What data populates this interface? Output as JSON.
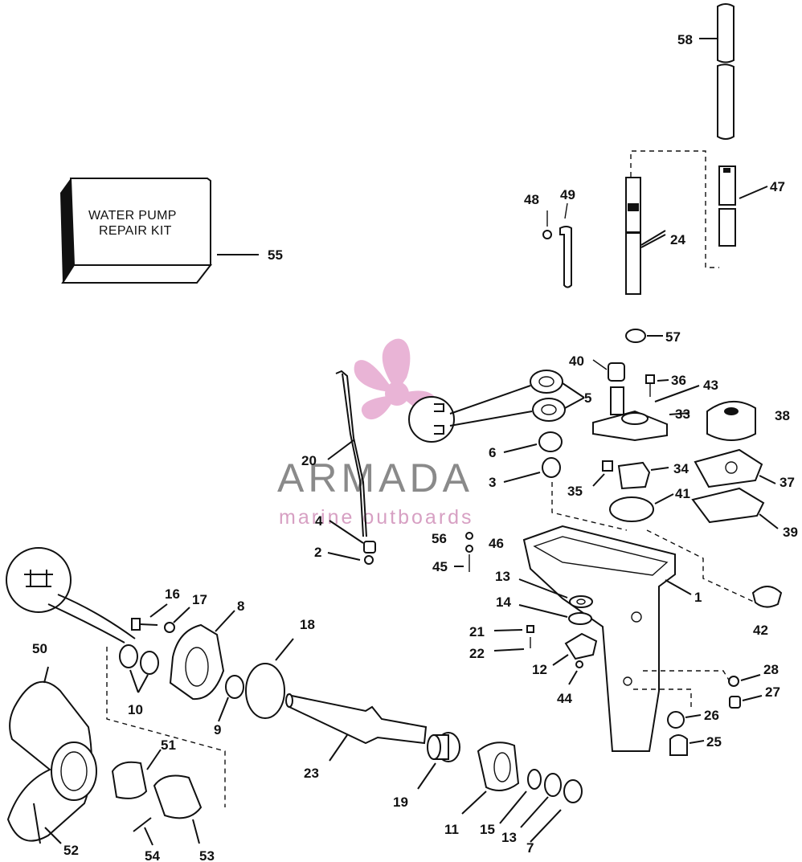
{
  "kit_box": {
    "line1": "WATER PUMP",
    "line2": "REPAIR KIT"
  },
  "watermark": {
    "brand": "ARMADA",
    "tagline": "marine outboards",
    "logo_color": "#e6a8cf"
  },
  "labels": {
    "n1": "1",
    "n2": "2",
    "n3": "3",
    "n4": "4",
    "n5": "5",
    "n6": "6",
    "n7": "7",
    "n8": "8",
    "n9": "9",
    "n10": "10",
    "n11": "11",
    "n12": "12",
    "n13a": "13",
    "n13b": "13",
    "n14": "14",
    "n15": "15",
    "n16": "16",
    "n17": "17",
    "n18": "18",
    "n19": "19",
    "n20": "20",
    "n21": "21",
    "n22": "22",
    "n23": "23",
    "n24": "24",
    "n25": "25",
    "n26": "26",
    "n27": "27",
    "n28": "28",
    "n33": "33",
    "n34": "34",
    "n35": "35",
    "n36": "36",
    "n37": "37",
    "n38": "38",
    "n39": "39",
    "n40": "40",
    "n41": "41",
    "n42": "42",
    "n43": "43",
    "n44": "44",
    "n45": "45",
    "n46": "46",
    "n47": "47",
    "n48": "48",
    "n49": "49",
    "n50": "50",
    "n51": "51",
    "n52": "52",
    "n53": "53",
    "n54": "54",
    "n55": "55",
    "n56": "56",
    "n57": "57",
    "n58": "58"
  }
}
